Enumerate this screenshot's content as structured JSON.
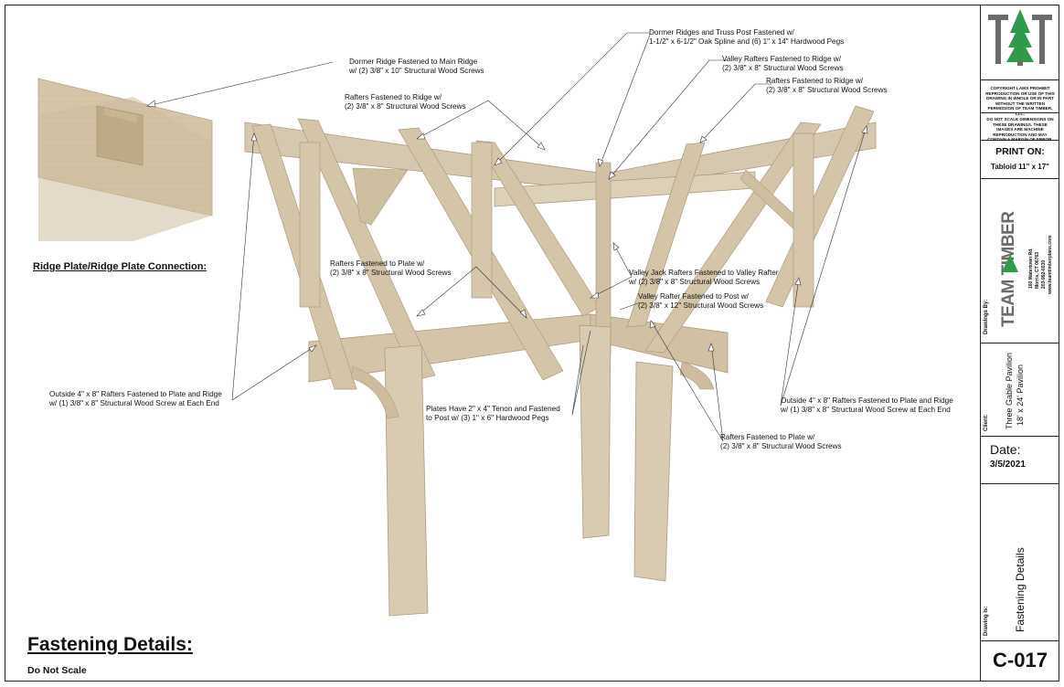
{
  "sheet": {
    "title": "Fastening Details:",
    "subtitle": "Do Not Scale",
    "inset_title": "Ridge Plate/Ridge Plate Connection:"
  },
  "annotations": [
    {
      "id": "dormer-ridge-main",
      "lines": [
        "Dormer Ridge Fastened to Main Ridge",
        "w/ (2) 3/8\" x 10\" Structural Wood Screws"
      ]
    },
    {
      "id": "dormer-ridges-truss",
      "lines": [
        "Dormer Ridges and Truss Post Fastened w/",
        "1-1/2\" x 6-1/2\" Oak Spline and (6) 1\" x 14\" Hardwood Pegs"
      ]
    },
    {
      "id": "valley-rafters-ridge",
      "lines": [
        "Valley Rafters Fastened to Ridge w/",
        "(2) 3/8\" x 8\" Structural Wood Screws"
      ]
    },
    {
      "id": "rafters-ridge-right",
      "lines": [
        "Rafters Fastened to Ridge w/",
        "(2) 3/8\" x 8\" Structural Wood Screws"
      ]
    },
    {
      "id": "rafters-ridge-left",
      "lines": [
        "Rafters Fastened to Ridge w/",
        "(2) 3/8\" x 8\" Structural Wood Screws"
      ]
    },
    {
      "id": "rafters-plate-left",
      "lines": [
        "Rafters Fastened to Plate w/",
        "(2) 3/8\" x 8\" Structural Wood Screws"
      ]
    },
    {
      "id": "valley-jack",
      "lines": [
        "Valley Jack Rafters Fastened to Valley Rafter",
        "w/ (2) 3/8\" x 8\" Structural Wood Screws"
      ]
    },
    {
      "id": "valley-rafter-post",
      "lines": [
        "Valley Rafter Fastened to Post w/",
        "(2) 3/8\" x 12\" Structural Wood Screws"
      ]
    },
    {
      "id": "outside-left",
      "lines": [
        "Outside 4\" x 8\" Rafters Fastened to Plate and Ridge",
        "w/ (1) 3/8\" x 8\" Structural Wood Screw at Each End"
      ]
    },
    {
      "id": "plates-tenon",
      "lines": [
        "Plates Have 2\" x 4\" Tenon and Fastened",
        "to Post w/ (3) 1\" x 6\" Hardwood Pegs"
      ]
    },
    {
      "id": "outside-right",
      "lines": [
        "Outside 4\" x 8\" Rafters Fastened to Plate and Ridge",
        "w/ (1) 3/8\" x 8\" Structural Wood Screw at Each End"
      ]
    },
    {
      "id": "rafters-plate-right",
      "lines": [
        "Rafters Fastened to Plate w/",
        "(2) 3/8\" x 8\" Structural Wood Screws"
      ]
    }
  ],
  "titleblock": {
    "copyright": "COPYRIGHT LAWS PROHIBIT REPRODUCTION OR USE OF THIS DRAWING IN WHOLE OR IN PART WITHOUT THE WRITTEN PERMISSION OF TEAM TIMBER, LLC.",
    "scale_note": "DO NOT SCALE DIMENSIONS ON THESE DRAWINGS. THESE IMAGES ARE MACHINE REPRODUCTION AND MAY CONTAIN A MARGIN OF ERROR.",
    "print_label": "PRINT ON:",
    "print_value": "Tabloid 11\" x 17\"",
    "drawings_by_label": "Drawings By:",
    "company": "TEAM TIMBER",
    "address": [
      "160 Watertown Rd.",
      "Morris, CT 06763",
      "203-992-6530",
      "www.teamtimberplans.com"
    ],
    "client_label": "Client:",
    "client": [
      "Three Gable Pavilion",
      "18' x 24' Pavilion"
    ],
    "date_label": "Date:",
    "date": "3/5/2021",
    "drawing_label": "Drawing Is:",
    "drawing": "Fastening Details",
    "sheet_no": "C-017"
  },
  "colors": {
    "timber": "#d3c2a5",
    "timber_dark": "#a08a66",
    "logo": "#6b6b6b",
    "logo_green": "#2f9a4a"
  }
}
